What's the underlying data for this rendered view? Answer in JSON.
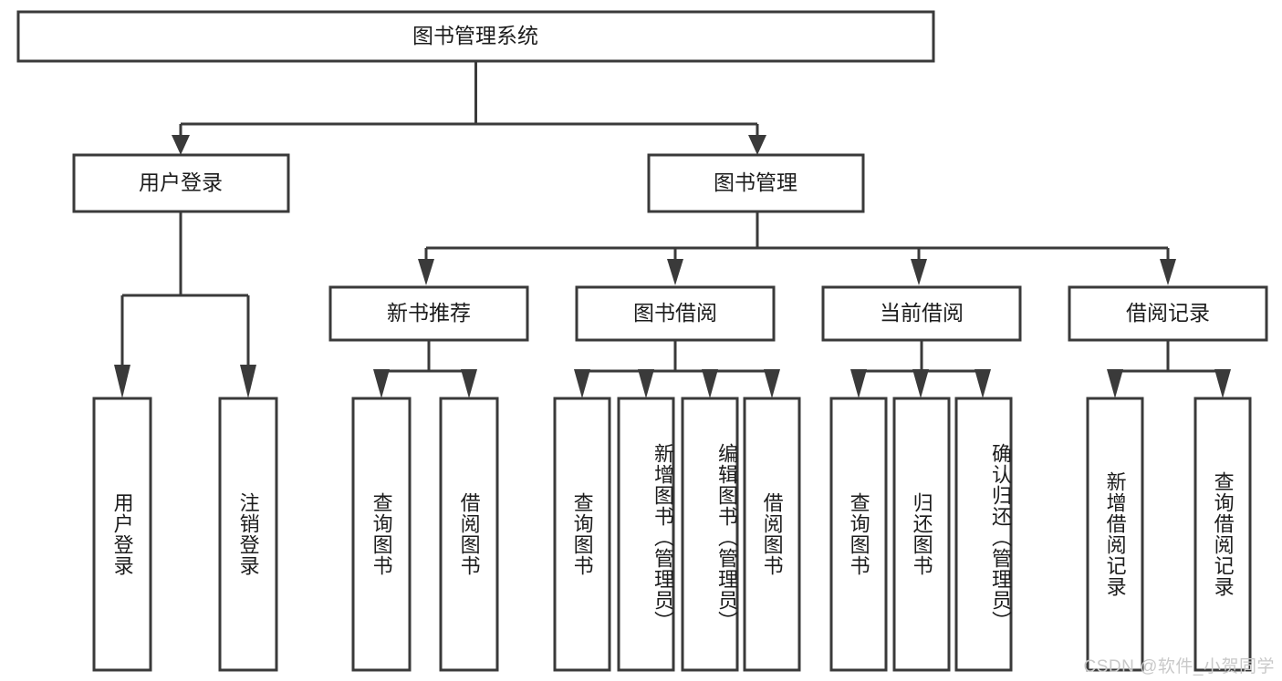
{
  "diagram": {
    "title": "图书管理系统",
    "type": "tree",
    "colors": {
      "box_stroke": "#3a3a3a",
      "box_fill": "#ffffff",
      "connector": "#3a3a3a",
      "text": "#1c1c1c",
      "background": "#ffffff",
      "watermark": "#c9c9c9"
    },
    "root": {
      "label": "图书管理系统",
      "orientation": "horizontal"
    },
    "level2": [
      {
        "label": "用户登录",
        "orientation": "horizontal"
      },
      {
        "label": "图书管理",
        "orientation": "horizontal"
      }
    ],
    "level3": [
      {
        "label": "新书推荐",
        "orientation": "horizontal",
        "parent": "图书管理"
      },
      {
        "label": "图书借阅",
        "orientation": "horizontal",
        "parent": "图书管理"
      },
      {
        "label": "当前借阅",
        "orientation": "horizontal",
        "parent": "图书管理"
      },
      {
        "label": "借阅记录",
        "orientation": "horizontal",
        "parent": "图书管理"
      }
    ],
    "leaves": {
      "用户登录": [
        {
          "label": "用户登录",
          "orientation": "vertical"
        },
        {
          "label": "注销登录",
          "orientation": "vertical"
        }
      ],
      "新书推荐": [
        {
          "label": "查询图书",
          "orientation": "vertical"
        },
        {
          "label": "借阅图书",
          "orientation": "vertical"
        }
      ],
      "图书借阅": [
        {
          "label": "查询图书",
          "orientation": "vertical"
        },
        {
          "label": "新增图书（管理员）",
          "orientation": "vertical"
        },
        {
          "label": "编辑图书（管理员）",
          "orientation": "vertical"
        },
        {
          "label": "借阅图书",
          "orientation": "vertical"
        }
      ],
      "当前借阅": [
        {
          "label": "查询图书",
          "orientation": "vertical"
        },
        {
          "label": "归还图书",
          "orientation": "vertical"
        },
        {
          "label": "确认归还（管理员）",
          "orientation": "vertical"
        }
      ],
      "借阅记录": [
        {
          "label": "新增借阅记录",
          "orientation": "vertical"
        },
        {
          "label": "查询借阅记录",
          "orientation": "vertical"
        }
      ]
    }
  },
  "watermark": {
    "text": "CSDN @软件_小贺同学"
  }
}
